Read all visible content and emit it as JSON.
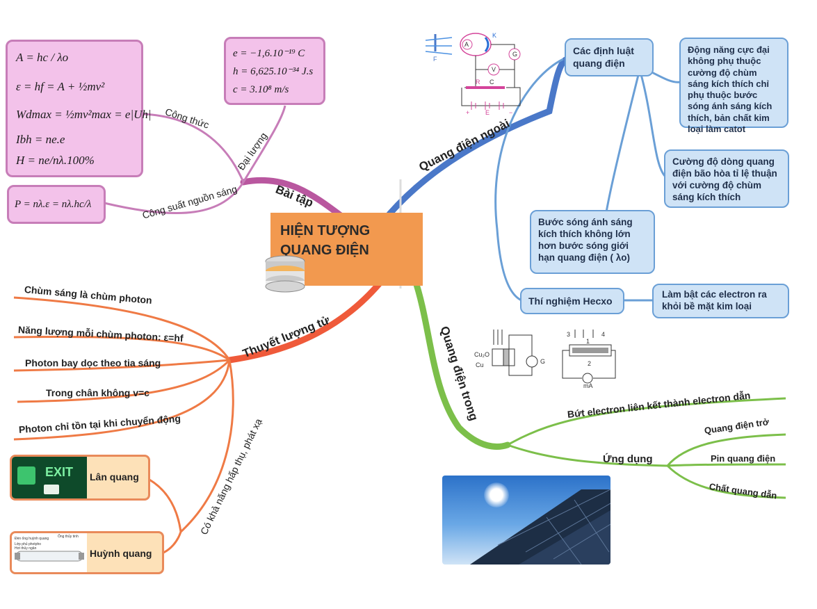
{
  "center": {
    "line1": "HIỆN TƯỢNG",
    "line2": "QUANG ĐIỆN"
  },
  "colors": {
    "pink": "#c77db8",
    "blue": "#4a78c8",
    "green": "#7cbf4a",
    "orange": "#ef7a45",
    "center": "#f2994f"
  },
  "bai_tap": {
    "label": "Bài tập",
    "cong_thuc": "Công thức",
    "dai_luong": "Đại lượng",
    "cong_suat": "Công suất nguồn sáng",
    "formulas": {
      "a": "A = hc / λo",
      "eps": "ε = hf = A + ½mv²",
      "wd": "Wdmax = ½mv²max = e|Uh|",
      "ibh": "Ibh = ne.e",
      "h": "H = ne/nλ.100%"
    },
    "constants": {
      "e": "e = −1,6.10⁻¹⁹ C",
      "h": "h = 6,625.10⁻³⁴ J.s",
      "c": "c = 3.10⁸ m/s"
    },
    "power": "P = nλ.ε = nλ.hc/λ"
  },
  "quang_dien_ngoai": {
    "label": "Quang điện ngoài",
    "dinh_luat": "Các định luật quang điện",
    "law_kinetic": "Động năng cực đại không phụ thuộc cường độ chùm sáng kích thích chỉ phụ thuộc bước sóng ánh sáng kích thích, bản chất kim loại làm catot",
    "law_current": "Cường độ dòng quang điện bão hòa tỉ lệ thuận với cường độ chùm sáng kích thích",
    "law_wavelength": "Bước sóng ánh sáng kích thích không lớn hơn bước sóng giới hạn quang điện ( λo)",
    "hecxo": "Thí nghiệm Hecxo",
    "hecxo_result": "Làm bật các electron ra khỏi bề mặt kim loại",
    "diagram_labels": {
      "k": "K",
      "a": "A",
      "g": "G",
      "v": "V",
      "r": "R",
      "c": "C",
      "f": "F",
      "e": "E",
      "plus": "+",
      "minus": "−"
    }
  },
  "quang_dien_trong": {
    "label": "Quang điện trong",
    "but_electron": "Bứt electron liên kết thành electron dẫn",
    "ung_dung": "Ứng dụng",
    "apps": [
      "Quang điện trở",
      "Pin quang điện",
      "Chất quang dẫn"
    ],
    "diagram_labels": {
      "cu2o": "Cu₂O",
      "cu": "Cu",
      "g": "G",
      "n3": "3",
      "n4": "4",
      "n1": "1",
      "n2": "2",
      "ma": "mA"
    }
  },
  "thuyet_luong_tu": {
    "label": "Thuyết lượng tử",
    "items": [
      "Chùm sáng là chùm photon",
      "Năng lượng mỗi chùm photon: ε=hf",
      "Photon bay dọc theo tia sáng",
      "Trong chân không v=c",
      "Photon chỉ tồn tại khi chuyển động"
    ],
    "hap_thu": "Có khả năng hấp thụ, phát xạ",
    "lan_quang": "Lân quang",
    "huynh_quang": "Huỳnh quang",
    "exit_sign": "EXIT",
    "lamp_labels": {
      "l1": "Đèn ống huỳnh quang",
      "l2": "Ống thủy tinh",
      "l3": "Lớp phủ photpho",
      "l4": "Hơi thủy ngân"
    }
  }
}
